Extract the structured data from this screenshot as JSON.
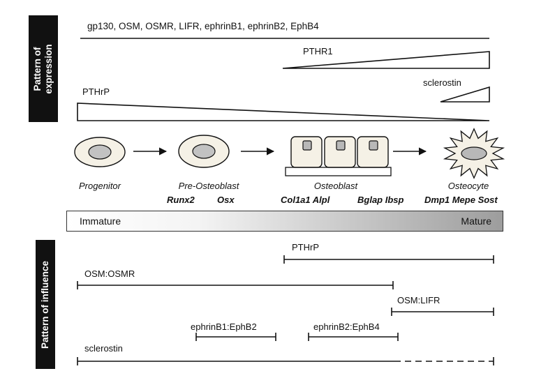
{
  "side_labels": {
    "expression": [
      "Pattern of",
      "expression"
    ],
    "influence": "Pattern of influence"
  },
  "expression": {
    "top_genes": "gp130, OSM, OSMR, LIFR, ephrinB1, ephrinB2, EphB4",
    "pthr1": "PTHR1",
    "sclerostin": "sclerostin",
    "pthrp": "PTHrP"
  },
  "stages": {
    "progenitor": "Progenitor",
    "pre_osteoblast": "Pre-Osteoblast",
    "osteoblast": "Osteoblast",
    "osteocyte": "Osteocyte"
  },
  "markers": {
    "runx2": "Runx2",
    "osx": "Osx",
    "col1a1_alpl": "Col1a1 Alpl",
    "bglap_ibsp": "Bglap Ibsp",
    "dmp1_mepe_sost": "Dmp1 Mepe Sost"
  },
  "maturity": {
    "low": "Immature",
    "high": "Mature"
  },
  "influence": {
    "pthrp": "PTHrP",
    "osm_osmr": "OSM:OSMR",
    "osm_lifr": "OSM:LIFR",
    "ephrinb1_ephb2": "ephrinB1:EphB2",
    "ephrinb2_ephb4": "ephrinB2:EphB4",
    "sclerostin": "sclerostin"
  }
}
